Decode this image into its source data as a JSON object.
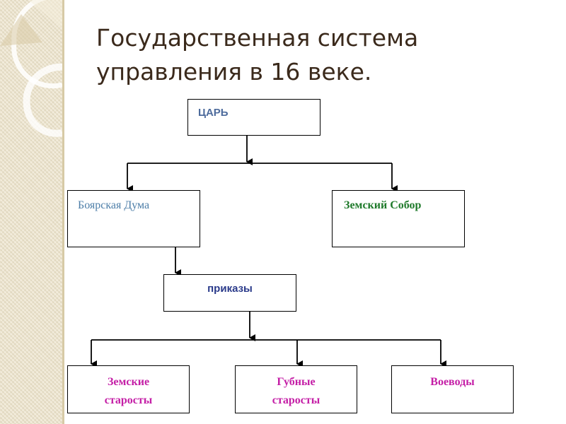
{
  "slide": {
    "title_line1": "Государственная система",
    "title_line2": "управления в 16 веке."
  },
  "diagram": {
    "nodes": {
      "tsar": "ЦАРЬ",
      "boyar_duma": "Боярская Дума",
      "zemsky_sobor": "Земский Собор",
      "prikazy": "приказы",
      "zemskie_line1": "Земские",
      "zemskie_line2": "старосты",
      "gubnye_line1": "Губные",
      "gubnye_line2": "старосты",
      "voevody": "Воеводы"
    },
    "colors": {
      "tsar": "#4d6b9c",
      "boyar_duma": "#4d7ea8",
      "zemsky_sobor": "#1f7a2b",
      "prikazy": "#2a3a8a",
      "lower_nodes": "#c41ea6",
      "title": "#3b2a1c",
      "side_strip": "#ece2c8"
    },
    "edges": [
      [
        "tsar",
        "boyar_duma"
      ],
      [
        "tsar",
        "zemsky_sobor"
      ],
      [
        "boyar_duma",
        "prikazy"
      ],
      [
        "prikazy",
        "zemskie"
      ],
      [
        "prikazy",
        "gubnye"
      ],
      [
        "prikazy",
        "voevody"
      ]
    ]
  }
}
